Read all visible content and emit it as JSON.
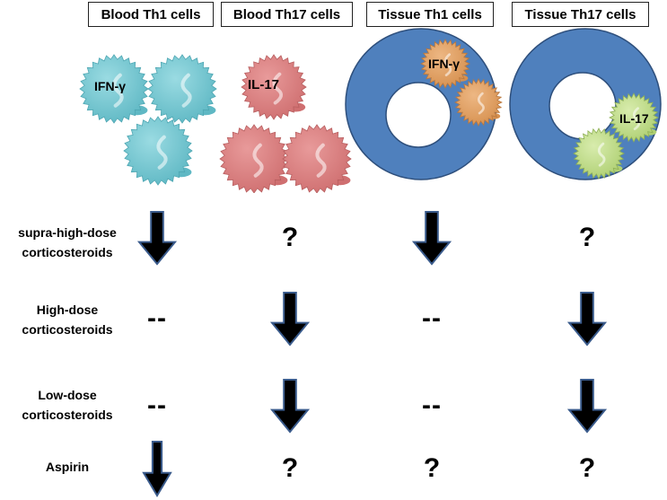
{
  "headers": [
    {
      "key": "blood_th1",
      "label": "Blood Th1 cells"
    },
    {
      "key": "blood_th17",
      "label": "Blood Th17 cells"
    },
    {
      "key": "tissue_th1",
      "label": "Tissue Th1 cells"
    },
    {
      "key": "tissue_th17",
      "label": "Tissue Th17 cells"
    }
  ],
  "cell_labels": {
    "blood_th1": "IFN-γ",
    "blood_th17": "IL-17",
    "tissue_th1": "IFN-γ",
    "tissue_th17": "IL-17"
  },
  "colors": {
    "th1_cell": "#74C7D1",
    "th17_cell": "#D97D7D",
    "tissue_th1_cell": "#E0A168",
    "tissue_th17_cell": "#C4DE8F",
    "tissue_ring": "#4F80BD",
    "arrow_fill": "#000000",
    "arrow_outline": "#3A5B8C"
  },
  "rows": [
    {
      "label_line1": "supra-high-dose",
      "label_line2": "corticosteroids",
      "effects": [
        "down-arrow",
        "?",
        "down-arrow",
        "?"
      ]
    },
    {
      "label_line1": "High-dose",
      "label_line2": "corticosteroids",
      "effects": [
        "--",
        "down-arrow",
        "--",
        "down-arrow"
      ]
    },
    {
      "label_line1": "Low-dose",
      "label_line2": "corticosteroids",
      "effects": [
        "--",
        "down-arrow",
        "--",
        "down-arrow"
      ]
    },
    {
      "label_line1": "Aspirin",
      "label_line2": "",
      "effects": [
        "down-arrow",
        "?",
        "?",
        "?"
      ]
    }
  ]
}
